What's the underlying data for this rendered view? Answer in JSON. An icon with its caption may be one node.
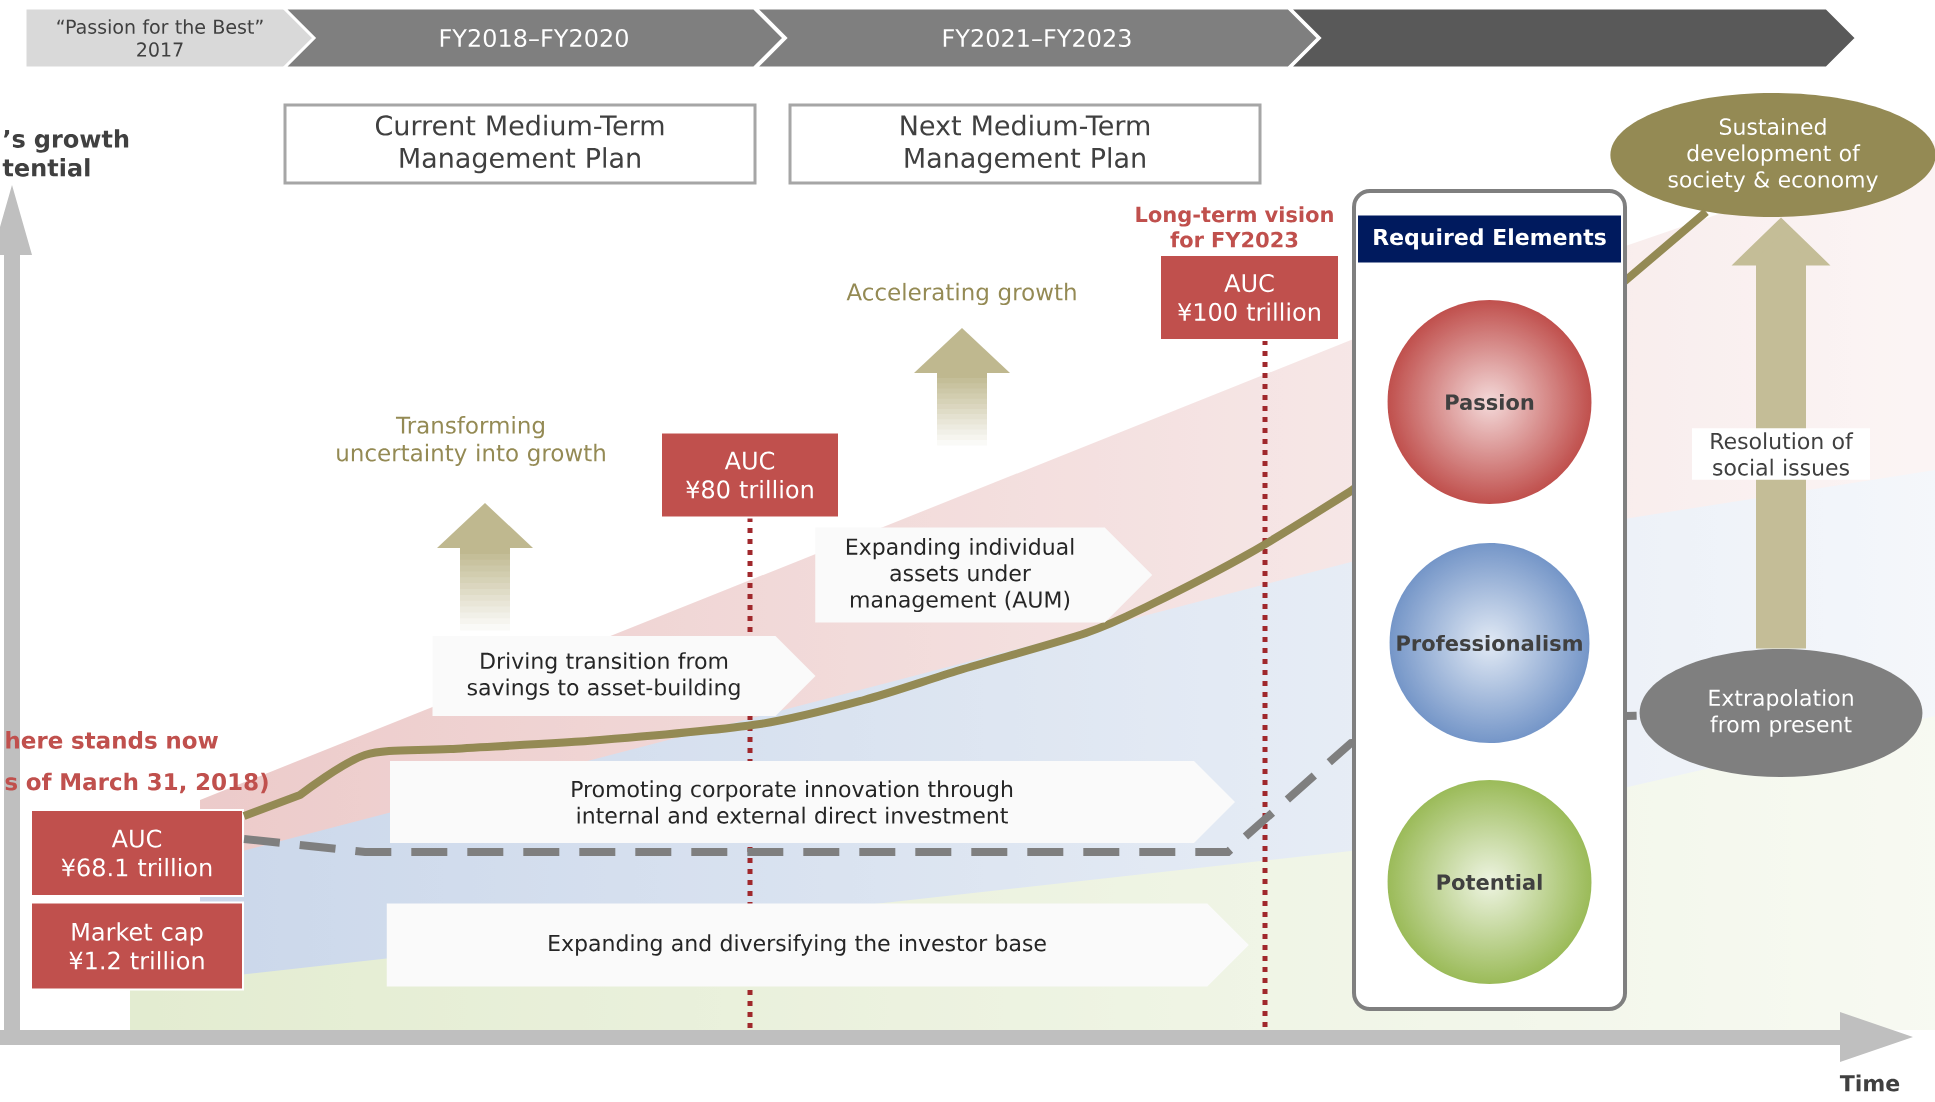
{
  "diagram": {
    "nodes": [
      {
        "text": [
          "“Passion for the Best”",
          "2017"
        ]
      },
      {
        "text": [
          "FY2018–FY2020"
        ]
      },
      {
        "text": [
          "FY2021–FY2023"
        ]
      },
      {
        "text": [],
        "shape": "chevron"
      },
      {
        "text": [
          "Current Medium-Term Management Plan"
        ]
      },
      {
        "text": [
          "Next Medium-Term Management Plan"
        ]
      },
      {
        "text": [
          "AUC",
          "¥100 trillion"
        ],
        "beside": [
          "Long-term vision for FY2023"
        ]
      },
      {
        "text": [
          "AUC",
          "¥80 trillion"
        ]
      },
      {
        "text": [
          "AUC",
          "¥68.1 trillion"
        ]
      },
      {
        "text": [
          "Market cap",
          "¥1.2 trillion"
        ]
      },
      {
        "text": [
          "Required Elements"
        ]
      },
      {
        "text": [
          "Passion"
        ],
        "in": 10
      },
      {
        "text": [
          "Professionalism"
        ],
        "in": 10
      },
      {
        "text": [
          "Potential"
        ],
        "in": 10
      },
      {
        "text": [
          "Sustained development of society & economy"
        ]
      },
      {
        "text": [
          "Extrapolation from present"
        ]
      },
      {
        "text": [
          "Driving transition from savings to asset-building"
        ]
      },
      {
        "text": [
          "Expanding individual assets under management (AUM)"
        ]
      },
      {
        "text": [
          "Promoting corporate innovation through internal and external direct investment"
        ]
      },
      {
        "text": [
          "Expanding and diversifying the investor base"
        ]
      }
    ],
    "edges": [
      {
        "from": 8,
        "to": 14,
        "arrow": "none",
        "color": "#948a54"
      },
      {
        "from": 8,
        "to": 15,
        "arrow": "none",
        "style": "dashed",
        "color": "#7f7f7f"
      },
      {
        "from": 15,
        "to": 14,
        "arrow": "to",
        "label": "Resolution of social issues",
        "style": "thick",
        "color": "#c4bd97"
      }
    ],
    "labels": [
      "’s growth tential",
      "here stands now",
      "s of March 31, 2018)",
      "Transforming uncertainty into growth",
      "Accelerating growth",
      "Time"
    ]
  }
}
